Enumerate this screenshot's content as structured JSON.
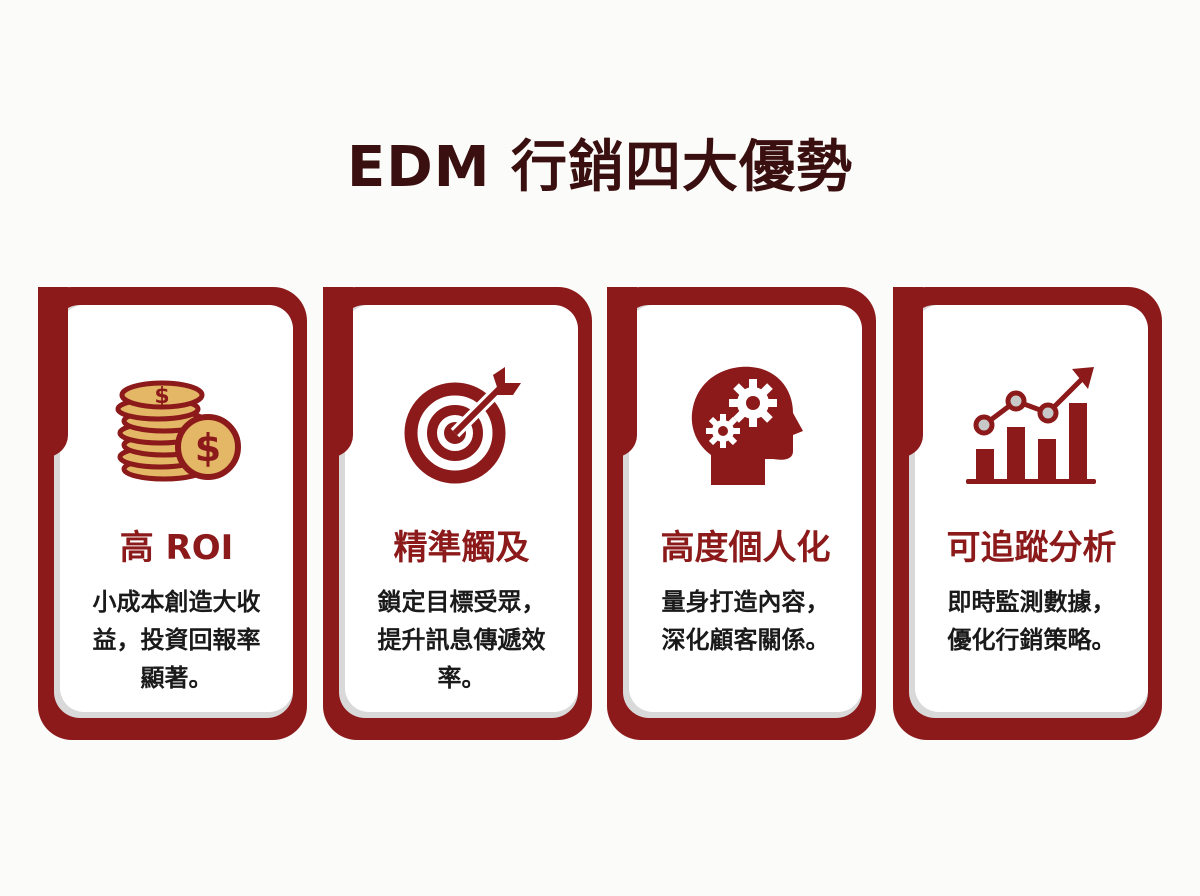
{
  "title": "EDM 行銷四大優勢",
  "colors": {
    "accent": "#8c1a1a",
    "title_text": "#3a0f0f",
    "coin_gold": "#e3b766",
    "body_text": "#1a1a1a",
    "background": "#fbfbf9"
  },
  "cards": [
    {
      "icon": "coin-stack-icon",
      "title": "高 ROI",
      "description": "小成本創造大收益，投資回報率顯著。"
    },
    {
      "icon": "target-arrow-icon",
      "title": "精準觸及",
      "description": "鎖定目標受眾，提升訊息傳遞效率。"
    },
    {
      "icon": "head-gears-icon",
      "title": "高度個人化",
      "description": "量身打造內容，深化顧客關係。"
    },
    {
      "icon": "growth-chart-icon",
      "title": "可追蹤分析",
      "description": "即時監測數據，優化行銷策略。"
    }
  ]
}
